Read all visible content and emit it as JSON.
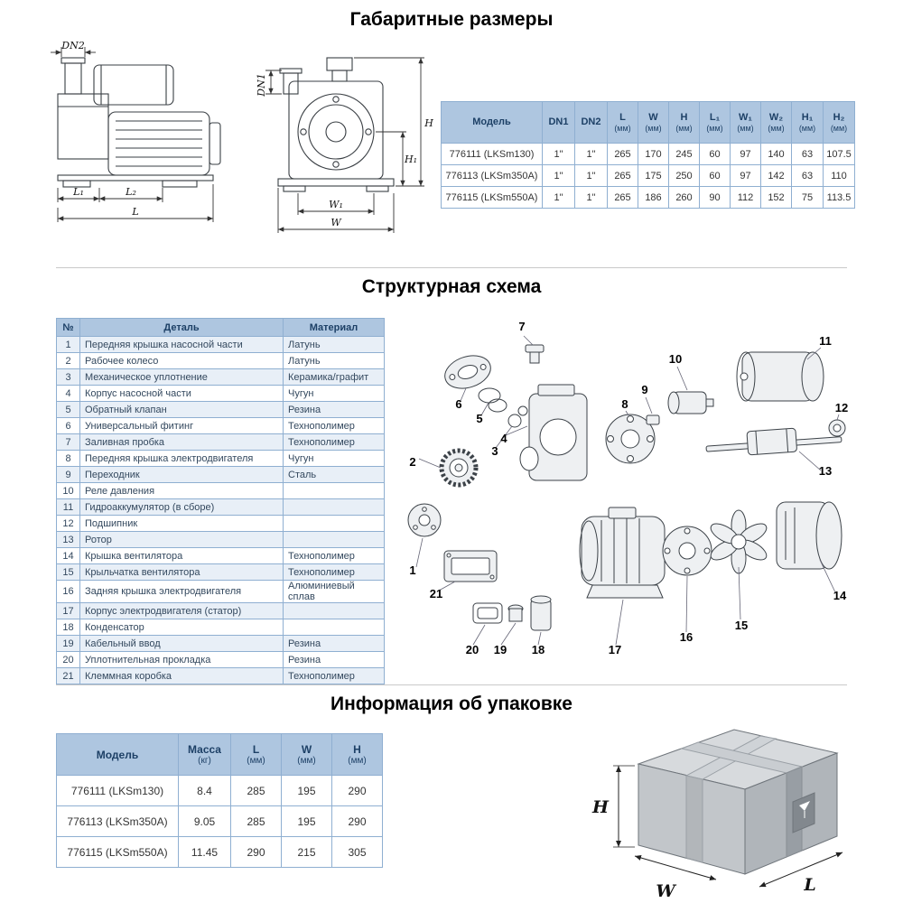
{
  "sections": {
    "dimensions": {
      "title": "Габаритные размеры"
    },
    "structure": {
      "title": "Структурная схема"
    },
    "packaging": {
      "title": "Информация об упаковке"
    }
  },
  "dimensions_table": {
    "headers": [
      {
        "label": "Модель",
        "unit": ""
      },
      {
        "label": "DN1",
        "unit": ""
      },
      {
        "label": "DN2",
        "unit": ""
      },
      {
        "label": "L",
        "unit": "(мм)"
      },
      {
        "label": "W",
        "unit": "(мм)"
      },
      {
        "label": "H",
        "unit": "(мм)"
      },
      {
        "label": "L₁",
        "unit": "(мм)"
      },
      {
        "label": "W₁",
        "unit": "(мм)"
      },
      {
        "label": "W₂",
        "unit": "(мм)"
      },
      {
        "label": "H₁",
        "unit": "(мм)"
      },
      {
        "label": "H₂",
        "unit": "(мм)"
      }
    ],
    "rows": [
      [
        "776111 (LKSm130)",
        "1\"",
        "1\"",
        "265",
        "170",
        "245",
        "60",
        "97",
        "140",
        "63",
        "107.5"
      ],
      [
        "776113 (LKSm350A)",
        "1\"",
        "1\"",
        "265",
        "175",
        "250",
        "60",
        "97",
        "142",
        "63",
        "110"
      ],
      [
        "776115 (LKSm550A)",
        "1\"",
        "1\"",
        "265",
        "186",
        "260",
        "90",
        "112",
        "152",
        "75",
        "113.5"
      ]
    ]
  },
  "parts_table": {
    "headers": {
      "num": "№",
      "part": "Деталь",
      "material": "Материал"
    },
    "rows": [
      {
        "num": "1",
        "part": "Передняя крышка насосной части",
        "material": "Латунь"
      },
      {
        "num": "2",
        "part": "Рабочее колесо",
        "material": "Латунь"
      },
      {
        "num": "3",
        "part": "Механическое уплотнение",
        "material": "Керамика/графит"
      },
      {
        "num": "4",
        "part": "Корпус насосной части",
        "material": "Чугун"
      },
      {
        "num": "5",
        "part": "Обратный клапан",
        "material": "Резина"
      },
      {
        "num": "6",
        "part": "Универсальный фитинг",
        "material": "Технополимер"
      },
      {
        "num": "7",
        "part": "Заливная пробка",
        "material": "Технополимер"
      },
      {
        "num": "8",
        "part": "Передняя крышка электродвигателя",
        "material": "Чугун"
      },
      {
        "num": "9",
        "part": "Переходник",
        "material": "Сталь"
      },
      {
        "num": "10",
        "part": "Реле давления",
        "material": ""
      },
      {
        "num": "11",
        "part": "Гидроаккумулятор (в сборе)",
        "material": ""
      },
      {
        "num": "12",
        "part": "Подшипник",
        "material": ""
      },
      {
        "num": "13",
        "part": "Ротор",
        "material": ""
      },
      {
        "num": "14",
        "part": "Крышка вентилятора",
        "material": "Технополимер"
      },
      {
        "num": "15",
        "part": "Крыльчатка вентилятора",
        "material": "Технополимер"
      },
      {
        "num": "16",
        "part": "Задняя крышка электродвигателя",
        "material": "Алюминиевый сплав"
      },
      {
        "num": "17",
        "part": "Корпус электродвигателя (статор)",
        "material": ""
      },
      {
        "num": "18",
        "part": "Конденсатор",
        "material": ""
      },
      {
        "num": "19",
        "part": "Кабельный ввод",
        "material": "Резина"
      },
      {
        "num": "20",
        "part": "Уплотнительная прокладка",
        "material": "Резина"
      },
      {
        "num": "21",
        "part": "Клеммная коробка",
        "material": "Технополимер"
      }
    ]
  },
  "packaging_table": {
    "headers": [
      {
        "label": "Модель",
        "unit": ""
      },
      {
        "label": "Масса",
        "unit": "(кг)"
      },
      {
        "label": "L",
        "unit": "(мм)"
      },
      {
        "label": "W",
        "unit": "(мм)"
      },
      {
        "label": "H",
        "unit": "(мм)"
      }
    ],
    "rows": [
      [
        "776111 (LKSm130)",
        "8.4",
        "285",
        "195",
        "290"
      ],
      [
        "776113 (LKSm350A)",
        "9.05",
        "285",
        "195",
        "290"
      ],
      [
        "776115 (LKSm550A)",
        "11.45",
        "290",
        "215",
        "305"
      ]
    ]
  },
  "drawings": {
    "side": {
      "dn2": "DN2",
      "l1": "L₁",
      "l2": "L₂",
      "l": "L"
    },
    "front": {
      "dn1": "DN1",
      "h": "H",
      "h1": "H₁",
      "w1": "W₁",
      "w": "W"
    },
    "box": {
      "h": "H",
      "w": "W",
      "l": "L"
    }
  },
  "exploded": {
    "callouts": [
      "1",
      "2",
      "3",
      "4",
      "5",
      "6",
      "7",
      "8",
      "9",
      "10",
      "11",
      "12",
      "13",
      "14",
      "15",
      "16",
      "17",
      "18",
      "19",
      "20",
      "21"
    ]
  }
}
